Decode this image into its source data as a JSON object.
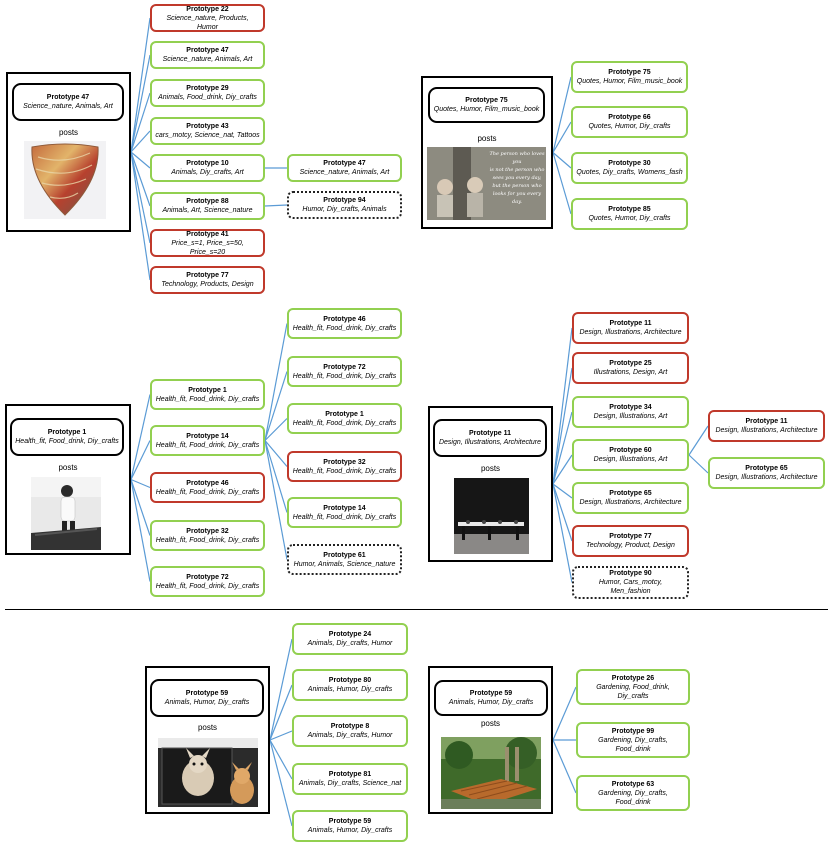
{
  "posts_label": "posts",
  "colors": {
    "edge": "#5b9bd5",
    "green": "#92d050",
    "red": "#c0392b"
  },
  "panels": [
    {
      "id": "p1",
      "head": {
        "title": "Prototype 47",
        "tags": "Science_nature, Animals, Art"
      },
      "image": "agate-stone-pendant",
      "children": [
        {
          "title": "Prototype 22",
          "tags": "Science_nature, Products, Humor",
          "border": "red"
        },
        {
          "title": "Prototype 47",
          "tags": "Science_nature, Animals, Art",
          "border": "green"
        },
        {
          "title": "Prototype 29",
          "tags": "Animals, Food_drink, Diy_crafts",
          "border": "green"
        },
        {
          "title": "Prototype 43",
          "tags": "cars_motcy, Science_nat, Tattoos",
          "border": "green"
        },
        {
          "title": "Prototype 10",
          "tags": "Animals, Diy_crafts, Art",
          "border": "green",
          "children": [
            {
              "title": "Prototype 47",
              "tags": "Science_nature, Animals, Art",
              "border": "green"
            }
          ]
        },
        {
          "title": "Prototype 88",
          "tags": "Animals, Art, Science_nature",
          "border": "green",
          "children": [
            {
              "title": "Prototype 94",
              "tags": "Humor, Diy_crafts, Animals",
              "border": "dotted"
            }
          ]
        },
        {
          "title": "Prototype 41",
          "tags": "Price_s=1, Price_s=50, Price_s=20",
          "border": "red"
        },
        {
          "title": "Prototype 77",
          "tags": "Technology, Products, Design",
          "border": "red"
        }
      ]
    },
    {
      "id": "p2",
      "head": {
        "title": "Prototype 75",
        "tags": "Quotes, Humor, Film_music_book"
      },
      "image": "children-by-tree-quote",
      "image_quote": [
        "The person who loves you",
        "is not the person who",
        "sees you every day,",
        "but the person who",
        "looks for you every day."
      ],
      "children": [
        {
          "title": "Prototype 75",
          "tags": "Quotes, Humor, Film_music_book",
          "border": "green"
        },
        {
          "title": "Prototype 66",
          "tags": "Quotes, Humor, Diy_crafts",
          "border": "green"
        },
        {
          "title": "Prototype 30",
          "tags": "Quotes, Diy_crafts, Womens_fash",
          "border": "green"
        },
        {
          "title": "Prototype 85",
          "tags": "Quotes, Humor, Diy_crafts",
          "border": "green"
        }
      ]
    },
    {
      "id": "p3",
      "head": {
        "title": "Prototype 1",
        "tags": "Health_fit, Food_drink, Diy_crafts"
      },
      "image": "woman-on-treadmill",
      "children": [
        {
          "title": "Prototype 1",
          "tags": "Health_fit, Food_drink, Diy_crafts",
          "border": "green"
        },
        {
          "title": "Prototype 14",
          "tags": "Health_fit, Food_drink, Diy_crafts",
          "border": "green",
          "children": [
            {
              "title": "Prototype 46",
              "tags": "Health_fit, Food_drink, Diy_crafts",
              "border": "green"
            },
            {
              "title": "Prototype 72",
              "tags": "Health_fit, Food_drink, Diy_crafts",
              "border": "green"
            },
            {
              "title": "Prototype 1",
              "tags": "Health_fit, Food_drink, Diy_crafts",
              "border": "green"
            },
            {
              "title": "Prototype 32",
              "tags": "Health_fit, Food_drink, Diy_crafts",
              "border": "red"
            },
            {
              "title": "Prototype 14",
              "tags": "Health_fit, Food_drink, Diy_crafts",
              "border": "green"
            },
            {
              "title": "Prototype 61",
              "tags": "Humor, Animals, Science_nature",
              "border": "dotted"
            }
          ]
        },
        {
          "title": "Prototype 46",
          "tags": "Health_fit, Food_drink, Diy_crafts",
          "border": "red"
        },
        {
          "title": "Prototype 32",
          "tags": "Health_fit, Food_drink, Diy_crafts",
          "border": "green"
        },
        {
          "title": "Prototype 72",
          "tags": "Health_fit, Food_drink, Diy_crafts",
          "border": "green"
        }
      ]
    },
    {
      "id": "p4",
      "head": {
        "title": "Prototype 11",
        "tags": "Design, Illustrations, Architecture"
      },
      "image": "modern-tables-dark-room",
      "children": [
        {
          "title": "Prototype 11",
          "tags": "Design, Illustrations, Architecture",
          "border": "red"
        },
        {
          "title": "Prototype 25",
          "tags": "Illustrations, Design, Art",
          "border": "red"
        },
        {
          "title": "Prototype 34",
          "tags": "Design, Illustrations, Art",
          "border": "green"
        },
        {
          "title": "Prototype 60",
          "tags": "Design, Illustrations, Art",
          "border": "green",
          "children": [
            {
              "title": "Prototype 11",
              "tags": "Design, Illustrations, Architecture",
              "border": "red"
            },
            {
              "title": "Prototype 65",
              "tags": "Design, Illustrations, Architecture",
              "border": "green"
            }
          ]
        },
        {
          "title": "Prototype 65",
          "tags": "Design, Illustrations, Architecture",
          "border": "green"
        },
        {
          "title": "Prototype 77",
          "tags": "Technology, Product, Design",
          "border": "red"
        },
        {
          "title": "Prototype 90",
          "tags": "Humor, Cars_motcy, Men_fashion",
          "border": "dotted"
        }
      ]
    },
    {
      "id": "p5",
      "head": {
        "title": "Prototype 59",
        "tags": "Animals, Humor, Diy_crafts"
      },
      "image": "chihuahua-dogs",
      "children": [
        {
          "title": "Prototype 24",
          "tags": "Animals, Diy_crafts, Humor",
          "border": "green"
        },
        {
          "title": "Prototype 80",
          "tags": "Animals, Humor, Diy_crafts",
          "border": "green"
        },
        {
          "title": "Prototype 8",
          "tags": "Animals, Diy_crafts, Humor",
          "border": "green"
        },
        {
          "title": "Prototype 81",
          "tags": "Animals, Diy_crafts, Science_nat",
          "border": "green"
        },
        {
          "title": "Prototype 59",
          "tags": "Animals, Humor, Diy_crafts",
          "border": "green"
        }
      ]
    },
    {
      "id": "p6",
      "head": {
        "title": "Prototype 59",
        "tags": "Animals, Humor, Diy_crafts"
      },
      "image": "garden-wooden-deck",
      "children": [
        {
          "title": "Prototype 26",
          "tags": "Gardening, Food_drink, Diy_crafts",
          "border": "green"
        },
        {
          "title": "Prototype 99",
          "tags": "Gardening, Diy_crafts, Food_drink",
          "border": "green"
        },
        {
          "title": "Prototype 63",
          "tags": "Gardening, Diy_crafts, Food_drink",
          "border": "green"
        }
      ]
    }
  ]
}
